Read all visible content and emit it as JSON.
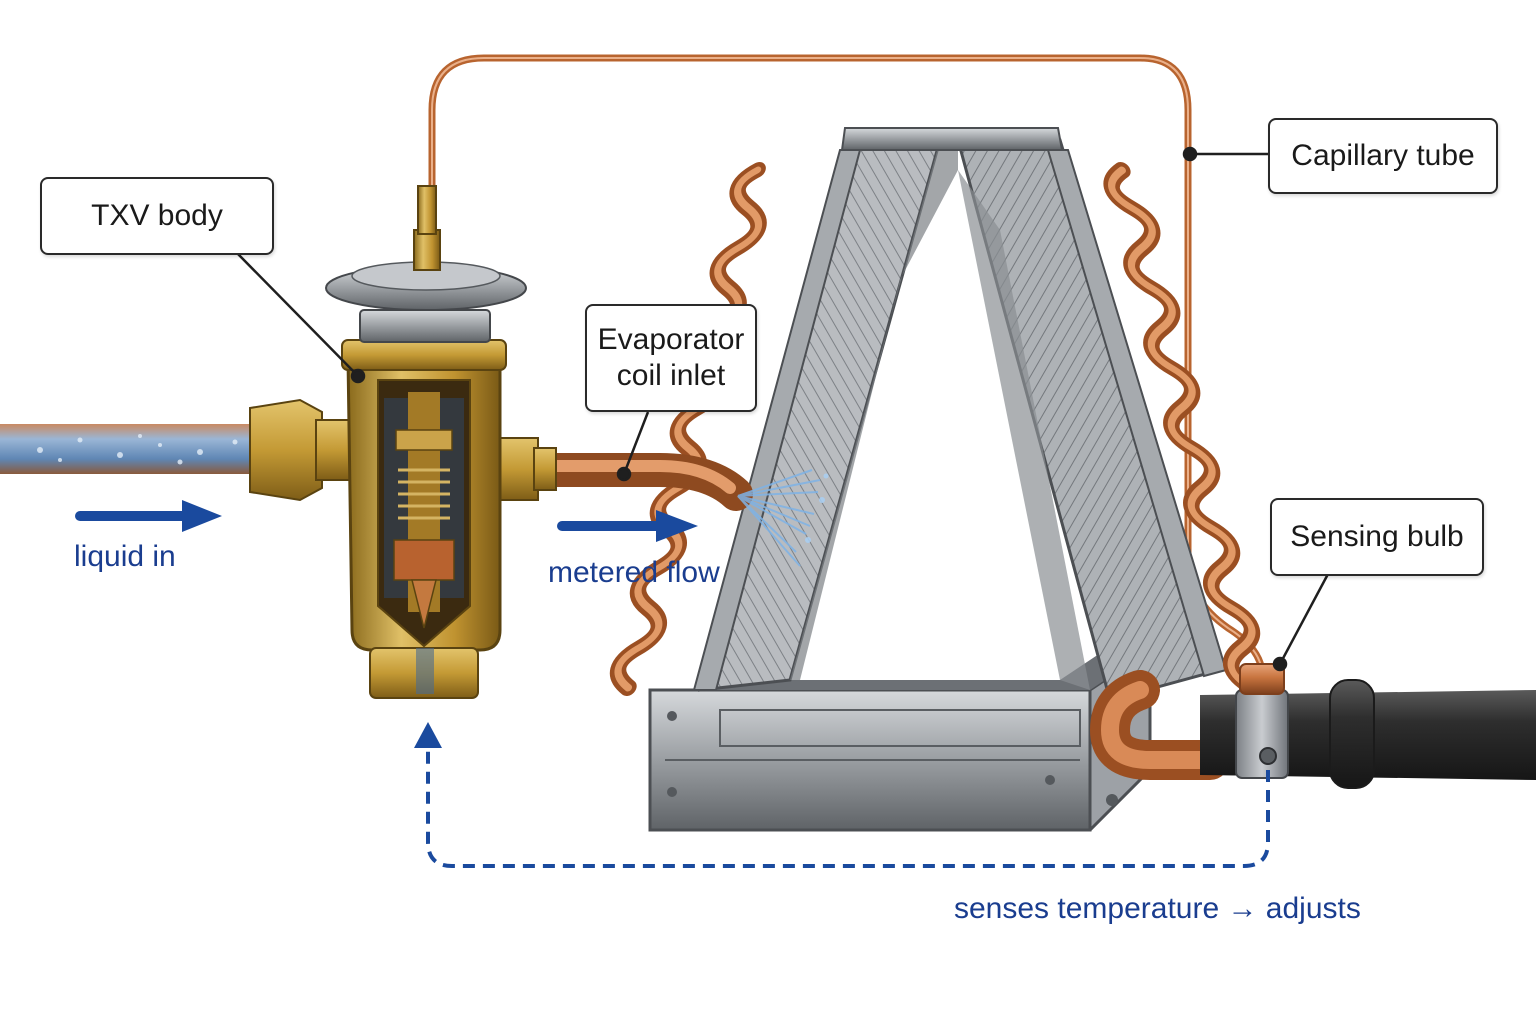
{
  "labels": {
    "txv_body": "TXV body",
    "evaporator_line1": "Evaporator",
    "evaporator_line2": "coil inlet",
    "capillary_tube": "Capillary tube",
    "sensing_bulb": "Sensing bulb",
    "liquid_in": "liquid in",
    "metered_flow": "metered flow",
    "feedback": "senses temperature → adjusts"
  },
  "colors": {
    "copper": "#c8743f",
    "brass": "#c9a23a",
    "steel": "#8d9195",
    "arrow_blue": "#1a4a9e",
    "label_text": "#1a3d8f",
    "insulation": "#2e2e2e"
  }
}
